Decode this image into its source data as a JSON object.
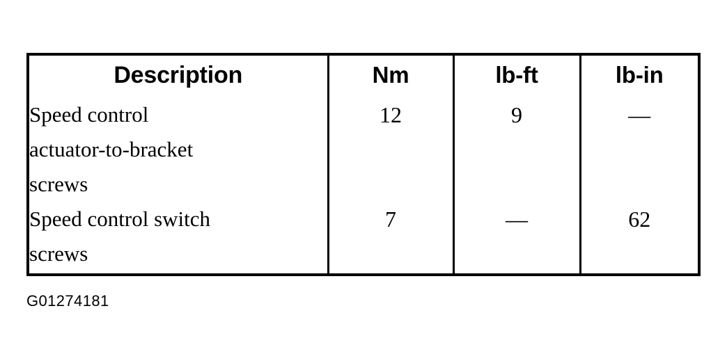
{
  "table": {
    "columns": [
      "Description",
      "Nm",
      "lb-ft",
      "lb-in"
    ],
    "rows": [
      {
        "description_lines": [
          "Speed control",
          "actuator-to-bracket",
          "screws"
        ],
        "nm": "12",
        "lb_ft": "9",
        "lb_in": "—"
      },
      {
        "description_lines": [
          "Speed control switch",
          "screws"
        ],
        "nm": "7",
        "lb_ft": "—",
        "lb_in": "62"
      }
    ]
  },
  "caption": "G01274181",
  "colors": {
    "ink": "#000000",
    "page": "#ffffff"
  }
}
